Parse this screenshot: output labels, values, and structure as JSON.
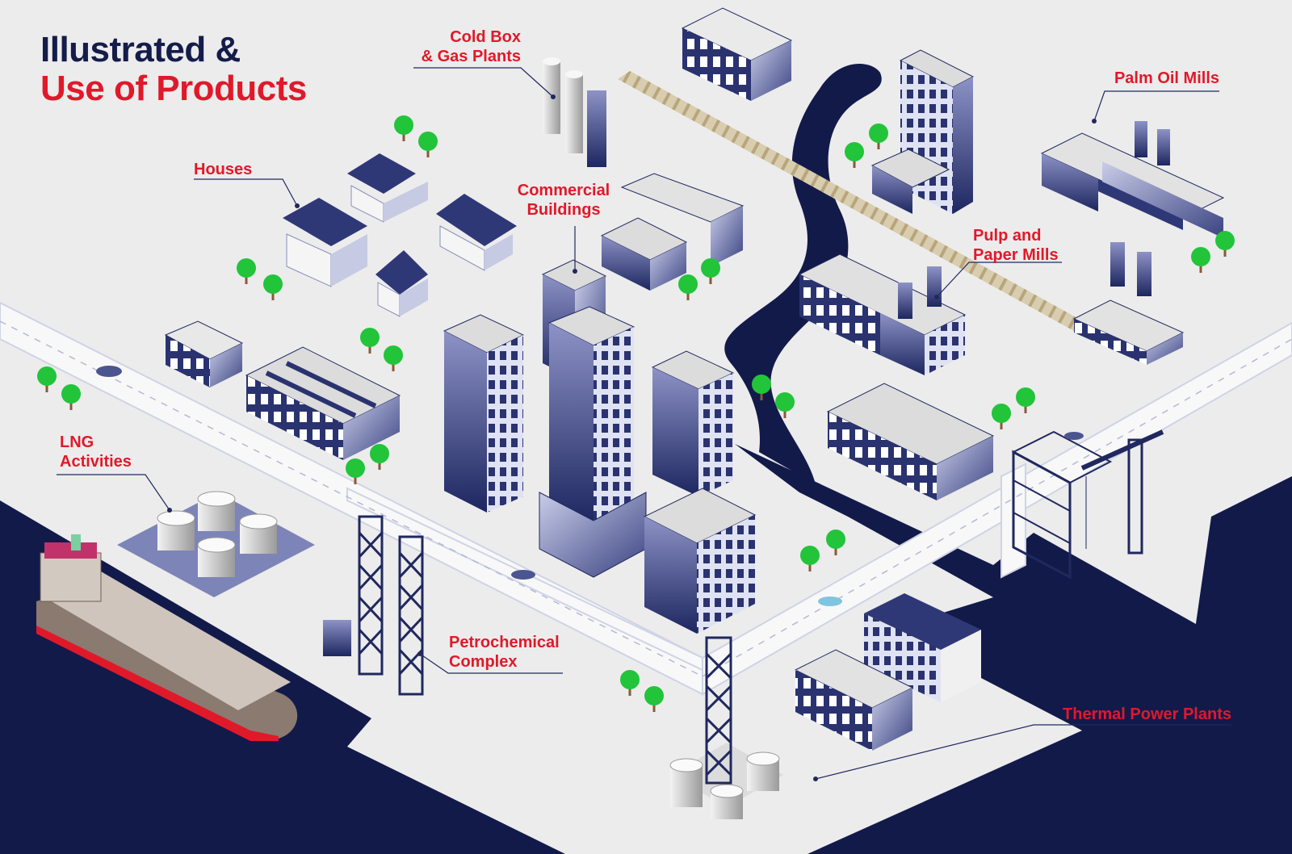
{
  "title": {
    "line1": "Illustrated &",
    "line2": "Use of Products"
  },
  "labels": {
    "cold_box": [
      "Cold Box",
      "& Gas Plants"
    ],
    "palm_oil": [
      "Palm Oil Mills"
    ],
    "houses": [
      "Houses"
    ],
    "commercial": [
      "Commercial",
      "Buildings"
    ],
    "pulp_paper": [
      "Pulp and",
      "Paper Mills"
    ],
    "lng": [
      "LNG",
      "Activities"
    ],
    "petrochemical": [
      "Petrochemical",
      "Complex"
    ],
    "thermal": [
      "Thermal Power Plants"
    ]
  },
  "colors": {
    "navy": "#121a4a",
    "accent_red": "#e0192a",
    "ground": "#ececec",
    "tree_green": "#22c43a"
  }
}
